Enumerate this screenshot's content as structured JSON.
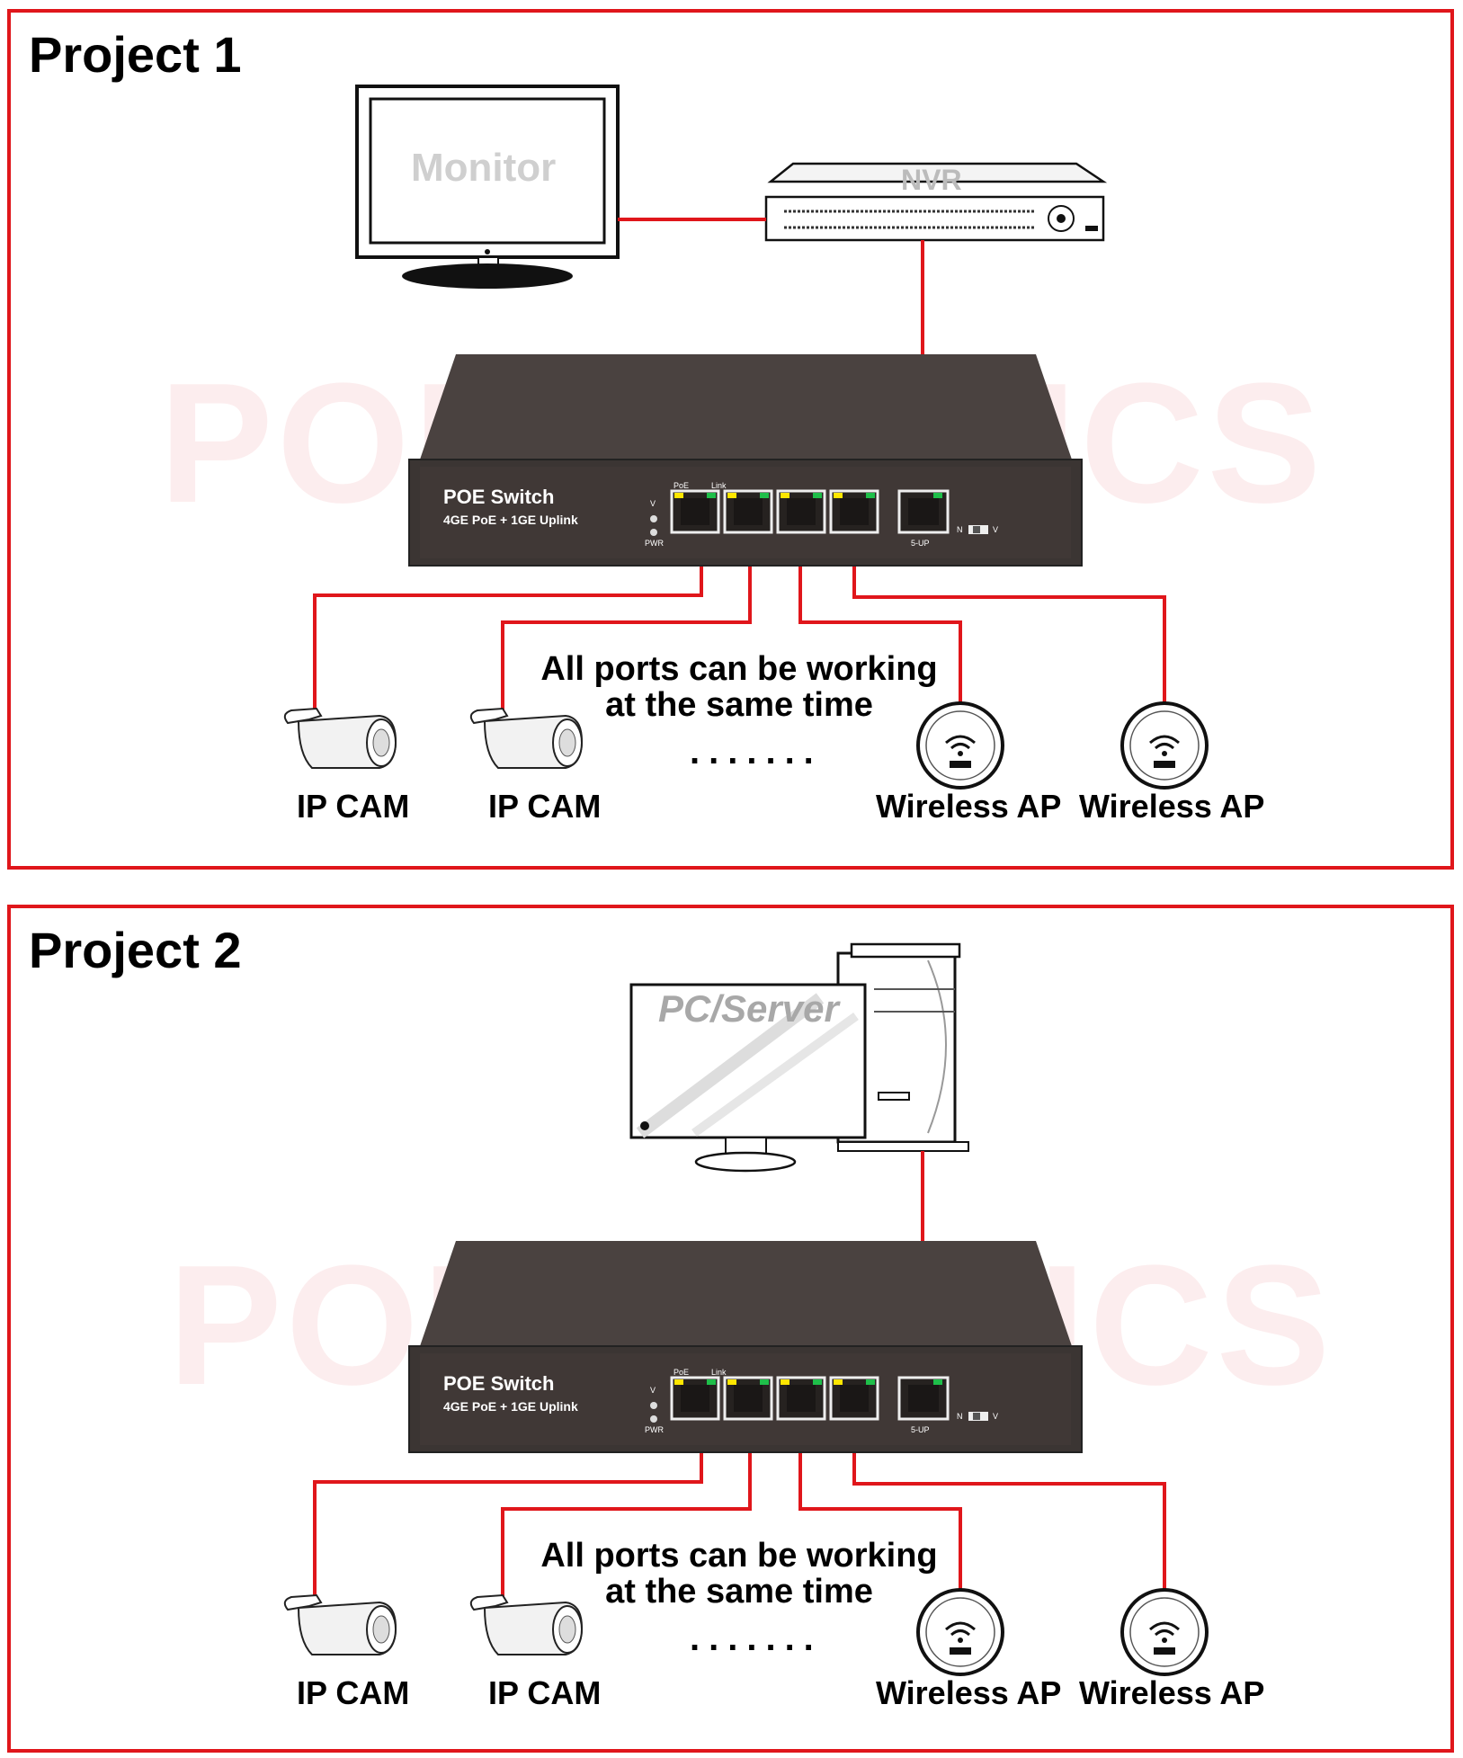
{
  "panels": [
    {
      "title": "Project 1",
      "host": {
        "name": "NVR",
        "display": "Monitor"
      },
      "switch": {
        "title": "POE Switch",
        "subtitle": "4GE PoE + 1GE Uplink",
        "led_v": "V",
        "led_pwr": "PWR",
        "poe": "PoE",
        "link": "Link",
        "uplink": "5-UP",
        "dip_n": "N",
        "dip_v": "V"
      },
      "note_line1": "All ports can be working",
      "note_line2": "at the same time",
      "dots": ".......",
      "devices": [
        "IP CAM",
        "IP CAM",
        "Wireless AP",
        "Wireless AP"
      ],
      "watermark": "POETRONICS"
    },
    {
      "title": "Project 2",
      "host": {
        "name": "PC/Server"
      },
      "switch": {
        "title": "POE Switch",
        "subtitle": "4GE PoE + 1GE Uplink",
        "led_v": "V",
        "led_pwr": "PWR",
        "poe": "PoE",
        "link": "Link",
        "uplink": "5-UP",
        "dip_n": "N",
        "dip_v": "V"
      },
      "note_line1": "All ports can be working",
      "note_line2": "at the same time",
      "dots": ".......",
      "devices": [
        "IP CAM",
        "IP CAM",
        "Wireless AP",
        "Wireless AP"
      ],
      "watermark": "POETRONICS"
    }
  ],
  "colors": {
    "cable": "#e0161b",
    "switch_body": "#3b3533"
  }
}
